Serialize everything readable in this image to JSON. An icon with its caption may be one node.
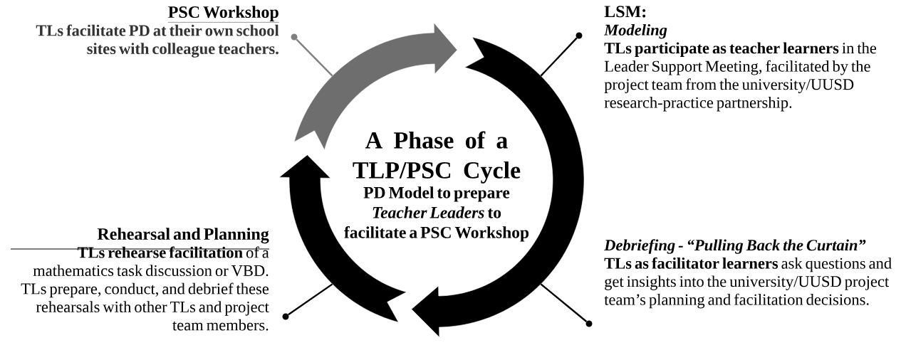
{
  "diagram": {
    "nodes": [
      {
        "text": [
          "PSC Workshop",
          "TLs facilitate PD at their own school sites with colleague teachers."
        ]
      },
      {
        "text": [
          "LSM:",
          "Modeling",
          "**TLs participate as teacher learners** in the Leader Support Meeting, facilitated by the project team from the university/UUSD research-practice partnership."
        ]
      },
      {
        "text": [
          "A Phase of a TLP/PSC Cycle",
          "PD Model to prepare *Teacher Leaders* to facilitate a PSC Workshop"
        ]
      },
      {
        "text": [
          "Rehearsal and Planning",
          "**TLs rehearse facilitation** of a mathematics task discussion or VBD.",
          "TLs prepare, conduct, and debrief these rehearsals with other TLs and project team members."
        ]
      },
      {
        "text": [
          "Debriefing - “Pulling Back the Curtain”",
          "**TLs as facilitator learners** ask questions and get insights into the university/UUSD project team’s planning and facilitation decisions."
        ]
      },
      {
        "text": [],
        "shape": "circle"
      },
      {
        "text": [],
        "shape": "circle"
      },
      {
        "text": [],
        "shape": "circle"
      },
      {
        "text": [],
        "shape": "circle"
      }
    ],
    "edges": [
      {
        "from": 5,
        "to": null,
        "arrow": "none",
        "color": "#808080"
      },
      {
        "from": 6,
        "to": null,
        "arrow": "none"
      },
      {
        "from": 7,
        "to": null,
        "arrow": "none"
      },
      {
        "from": 8,
        "to": null,
        "arrow": "none"
      }
    ]
  }
}
